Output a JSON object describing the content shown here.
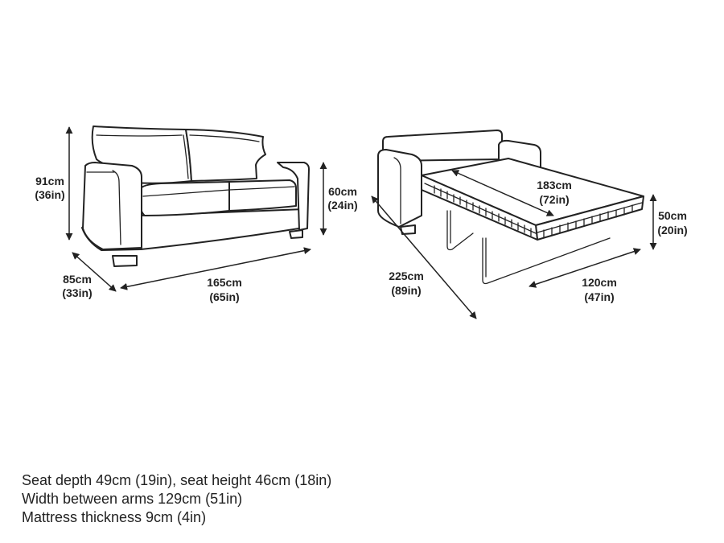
{
  "sofa": {
    "height_cm": "91cm",
    "height_in": "(36in)",
    "arm_height_cm": "60cm",
    "arm_height_in": "(24in)",
    "depth_cm": "85cm",
    "depth_in": "(33in)",
    "width_cm": "165cm",
    "width_in": "(65in)"
  },
  "bed": {
    "mattress_length_cm": "183cm",
    "mattress_length_in": "(72in)",
    "bed_height_cm": "50cm",
    "bed_height_in": "(20in)",
    "open_length_cm": "225cm",
    "open_length_in": "(89in)",
    "bed_width_cm": "120cm",
    "bed_width_in": "(47in)"
  },
  "notes": [
    "Seat depth 49cm (19in), seat height 46cm (18in)",
    "Width between arms 129cm (51in)",
    "Mattress thickness 9cm (4in)"
  ]
}
